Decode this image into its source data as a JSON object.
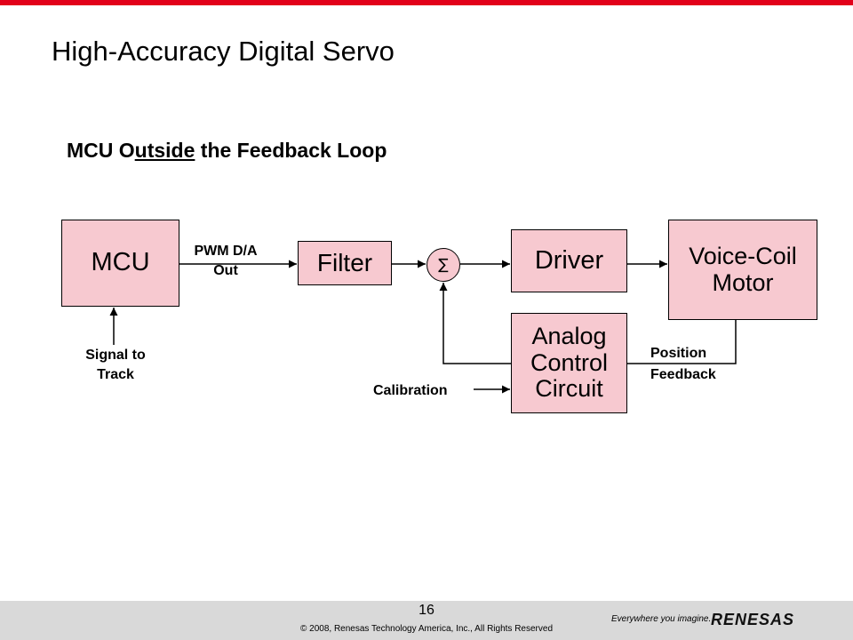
{
  "slide": {
    "title": "High-Accuracy Digital Servo",
    "subtitle_before": "MCU O",
    "subtitle_underlined": "utside",
    "subtitle_after": " the Feedback Loop"
  },
  "diagram": {
    "blocks": {
      "mcu": "MCU",
      "filter": "Filter",
      "sum": "∑",
      "driver": "Driver",
      "vcm": [
        "Voice-Coil",
        "Motor"
      ],
      "acc": [
        "Analog",
        "Control",
        "Circuit"
      ]
    },
    "labels": {
      "pwm": [
        "PWM D/A",
        "Out"
      ],
      "signal": [
        "Signal to",
        "Track"
      ],
      "calibration": "Calibration",
      "position": [
        "Position",
        "Feedback"
      ]
    }
  },
  "footer": {
    "page_number": "16",
    "copyright": "© 2008, Renesas Technology America, Inc., All Rights Reserved",
    "tagline": "Everywhere you imagine.",
    "logo": "RENESAS"
  }
}
